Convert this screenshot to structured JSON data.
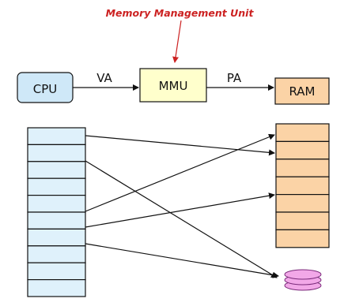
{
  "annotation": {
    "text": "Memory Management Unit",
    "color": "#cc2222"
  },
  "boxes": {
    "cpu": {
      "label": "CPU",
      "fill": "#cfe8f8"
    },
    "mmu": {
      "label": "MMU",
      "fill": "#ffffcc"
    },
    "ram": {
      "label": "RAM",
      "fill": "#fbd3a6"
    }
  },
  "edges": {
    "va": "VA",
    "pa": "PA"
  },
  "virtual_memory": {
    "fill": "#dff1fb",
    "pages": 10
  },
  "physical_memory": {
    "fill": "#fbd3a6",
    "frames": 7
  },
  "disk": {
    "fill": "#f2a8e8",
    "platters": 3
  }
}
